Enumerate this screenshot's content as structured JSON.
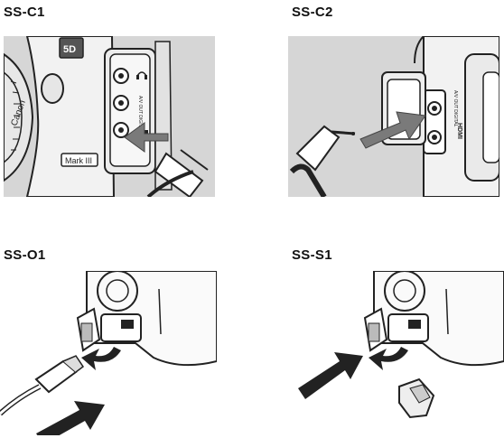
{
  "figure": {
    "panels": [
      {
        "id": "SS-C1",
        "label": "SS-C1",
        "background": "#d6d6d6",
        "camera_badge": "5D",
        "brand_text": "Canon",
        "model_badge": "Mark III",
        "port_text": "A/V OUT DIGITAL",
        "icons": [
          "headphone-icon",
          "hdmi-icon",
          "arrow-icon"
        ]
      },
      {
        "id": "SS-C2",
        "label": "SS-C2",
        "background": "#d6d6d6",
        "port_text": "A/V OUT DIGITAL",
        "hdmi_text": "HDMI",
        "icons": [
          "arrow-icon"
        ]
      },
      {
        "id": "SS-O1",
        "label": "SS-O1",
        "background": "#ffffff",
        "icons": [
          "arrow-icon",
          "curved-arrow-icon"
        ]
      },
      {
        "id": "SS-S1",
        "label": "SS-S1",
        "background": "#ffffff",
        "icons": [
          "arrow-icon",
          "curved-arrow-icon"
        ]
      }
    ]
  }
}
